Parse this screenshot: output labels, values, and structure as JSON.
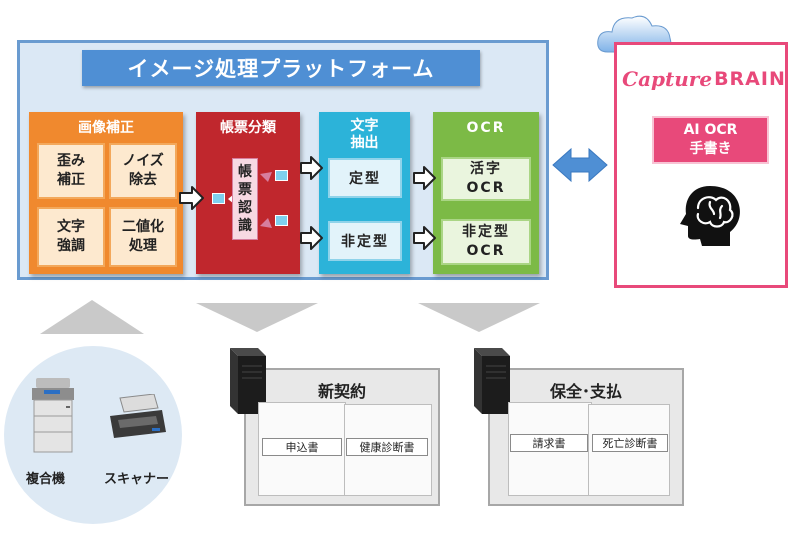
{
  "platform": {
    "title": "イメージ処理プラットフォーム"
  },
  "image_correction": {
    "title": "画像補正",
    "items": [
      "歪み\n補正",
      "ノイズ\n除去",
      "文字\n強調",
      "二値化\n処理"
    ]
  },
  "form_classification": {
    "title": "帳票分類",
    "recognition": [
      "帳",
      "票",
      "認",
      "識"
    ]
  },
  "text_extraction": {
    "title_line1": "文字",
    "title_line2": "抽出",
    "fixed": "定型",
    "nonfixed": "非定型"
  },
  "ocr": {
    "title": "OCR",
    "fixed": "活字\nOCR",
    "nonfixed": "非定型\nOCR"
  },
  "capture_brain": {
    "logo_main": "Capture",
    "logo_brain": "BRAIN",
    "badge_line1": "AI OCR",
    "badge_line2": "手書き"
  },
  "devices": {
    "mfp": "複合機",
    "scanner": "スキャナー"
  },
  "new_contract": {
    "title": "新契約",
    "doc1": "申込書",
    "doc2": "健康診断書"
  },
  "maintenance": {
    "title": "保全･支払",
    "doc1": "請求書",
    "doc2": "死亡診断書"
  },
  "colors": {
    "platform_blue": "#4f8fd4",
    "orange": "#f0892e",
    "red": "#c0272d",
    "cyan": "#2cb3d9",
    "green": "#7cba46",
    "pink": "#e8497a"
  }
}
